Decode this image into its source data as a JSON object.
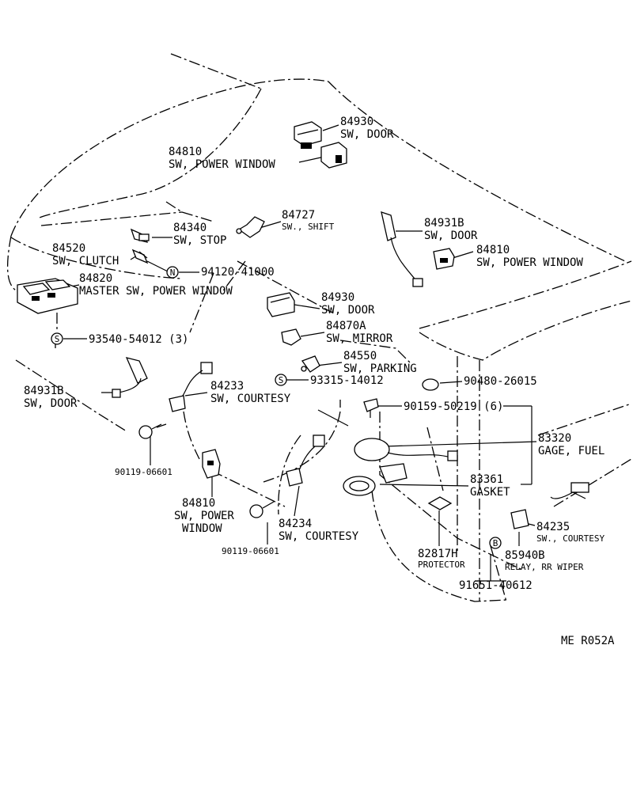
{
  "callouts": [
    {
      "id": "c-84930a",
      "number": "84930",
      "name": "SW, DOOR"
    },
    {
      "id": "c-84810a",
      "number": "84810",
      "name": "SW, POWER WINDOW"
    },
    {
      "id": "c-84340",
      "number": "84340",
      "name": "SW, STOP"
    },
    {
      "id": "c-84727",
      "number": "84727",
      "name": "SW., SHIFT"
    },
    {
      "id": "c-84931b-a",
      "number": "84931B",
      "name": "SW, DOOR"
    },
    {
      "id": "c-84810b",
      "number": "84810",
      "name": "SW, POWER WINDOW"
    },
    {
      "id": "c-84520",
      "number": "84520",
      "name": "SW, CLUTCH"
    },
    {
      "id": "c-94120",
      "number": "94120-41000",
      "badge": "N"
    },
    {
      "id": "c-84820",
      "number": "84820",
      "name": "MASTER SW, POWER WINDOW"
    },
    {
      "id": "c-84930b",
      "number": "84930",
      "name": "SW, DOOR"
    },
    {
      "id": "c-93540",
      "number": "93540-54012 (3)",
      "badge": "S"
    },
    {
      "id": "c-84870a",
      "number": "84870A",
      "name": "SW, MIRROR"
    },
    {
      "id": "c-84550",
      "number": "84550",
      "name": "SW, PARKING"
    },
    {
      "id": "c-93315",
      "number": "93315-14012",
      "badge": "S"
    },
    {
      "id": "c-90480",
      "number": "90480-26015"
    },
    {
      "id": "c-84931b-b",
      "number": "84931B",
      "name": "SW, DOOR"
    },
    {
      "id": "c-84233",
      "number": "84233",
      "name": "SW, COURTESY"
    },
    {
      "id": "c-90159",
      "number": "90159-50219 (6)"
    },
    {
      "id": "c-83320",
      "number": "83320",
      "name": "GAGE, FUEL"
    },
    {
      "id": "c-90119a",
      "number": "90119-06601"
    },
    {
      "id": "c-83361",
      "number": "83361",
      "name": "GASKET"
    },
    {
      "id": "c-84810c",
      "number": "84810",
      "name": "SW, POWER",
      "name2": "WINDOW"
    },
    {
      "id": "c-84235",
      "number": "84235",
      "name": "SW., COURTESY"
    },
    {
      "id": "c-84234",
      "number": "84234",
      "name": "SW, COURTESY"
    },
    {
      "id": "c-82817h",
      "number": "82817H",
      "name": "PROTECTOR"
    },
    {
      "id": "c-85940b",
      "number": "85940B",
      "name": "RELAY, RR WIPER",
      "badge": "B"
    },
    {
      "id": "c-90119b",
      "number": "90119-06601"
    },
    {
      "id": "c-91651",
      "number": "91651-40612"
    }
  ],
  "figure_code": "ME  R052A"
}
